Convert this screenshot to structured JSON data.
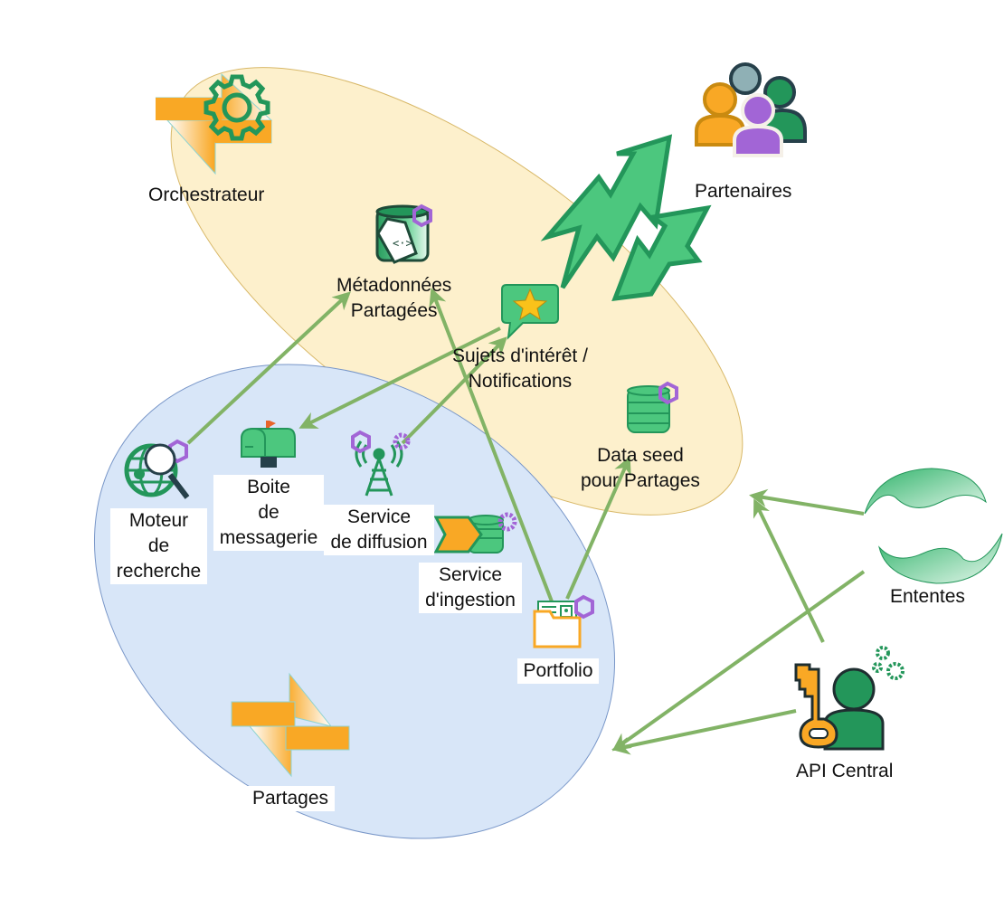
{
  "diagram": {
    "regions": [
      {
        "id": "orchestrateur-region",
        "fill": "#fdf0cc",
        "stroke": "#d8b868"
      },
      {
        "id": "partages-region",
        "fill": "#d8e6f8",
        "stroke": "#7896c8"
      }
    ],
    "colors": {
      "arrow": "#82b366",
      "green_dark": "#23965a",
      "green_light": "#4cc77e",
      "orange": "#f9a825",
      "purple": "#a265d6",
      "navy": "#26404a"
    },
    "nodes": {
      "orchestrateur": {
        "label": [
          "Orchestrateur"
        ],
        "icon": "gear-arrows-icon"
      },
      "metadonnees": {
        "label": [
          "Métadonnées",
          "Partagées"
        ],
        "icon": "database-tag-icon"
      },
      "sujets": {
        "label": [
          "Sujets d'intérêt /",
          "Notifications"
        ],
        "icon": "star-chat-icon"
      },
      "dataseed": {
        "label": [
          "Data seed",
          "pour Partages"
        ],
        "icon": "database-icon"
      },
      "partenaires": {
        "label": [
          "Partenaires"
        ],
        "icon": "users-group-icon"
      },
      "moteur": {
        "label": [
          "Moteur",
          "de",
          "recherche"
        ],
        "icon": "globe-search-icon"
      },
      "boite": {
        "label": [
          "Boite",
          "de",
          "messagerie"
        ],
        "icon": "mailbox-icon"
      },
      "diffusion": {
        "label": [
          "Service",
          "de diffusion"
        ],
        "icon": "antenna-icon"
      },
      "ingestion": {
        "label": [
          "Service",
          "d'ingestion"
        ],
        "icon": "ingest-database-icon"
      },
      "portfolio": {
        "label": [
          "Portfolio"
        ],
        "icon": "folder-card-icon"
      },
      "partages": {
        "label": [
          "Partages"
        ],
        "icon": "exchange-arrows-icon"
      },
      "ententes": {
        "label": [
          "Ententes"
        ],
        "icon": "swirl-icon"
      },
      "api": {
        "label": [
          "API Central"
        ],
        "icon": "key-user-icon"
      }
    },
    "edges": [
      {
        "from": "moteur",
        "to": "metadonnees"
      },
      {
        "from": "sujets",
        "to": "boite"
      },
      {
        "from": "diffusion",
        "to": "sujets"
      },
      {
        "from": "portfolio",
        "to": "metadonnees"
      },
      {
        "from": "portfolio",
        "to": "dataseed"
      },
      {
        "from": "ententes",
        "to": "orchestrateur-region"
      },
      {
        "from": "api",
        "to": "orchestrateur-region"
      },
      {
        "from": "ententes",
        "to": "partages-region"
      },
      {
        "from": "api",
        "to": "partages-region"
      },
      {
        "from": "orchestrateur-region",
        "to": "partenaires",
        "style": "bidirectional-lightning"
      }
    ]
  }
}
